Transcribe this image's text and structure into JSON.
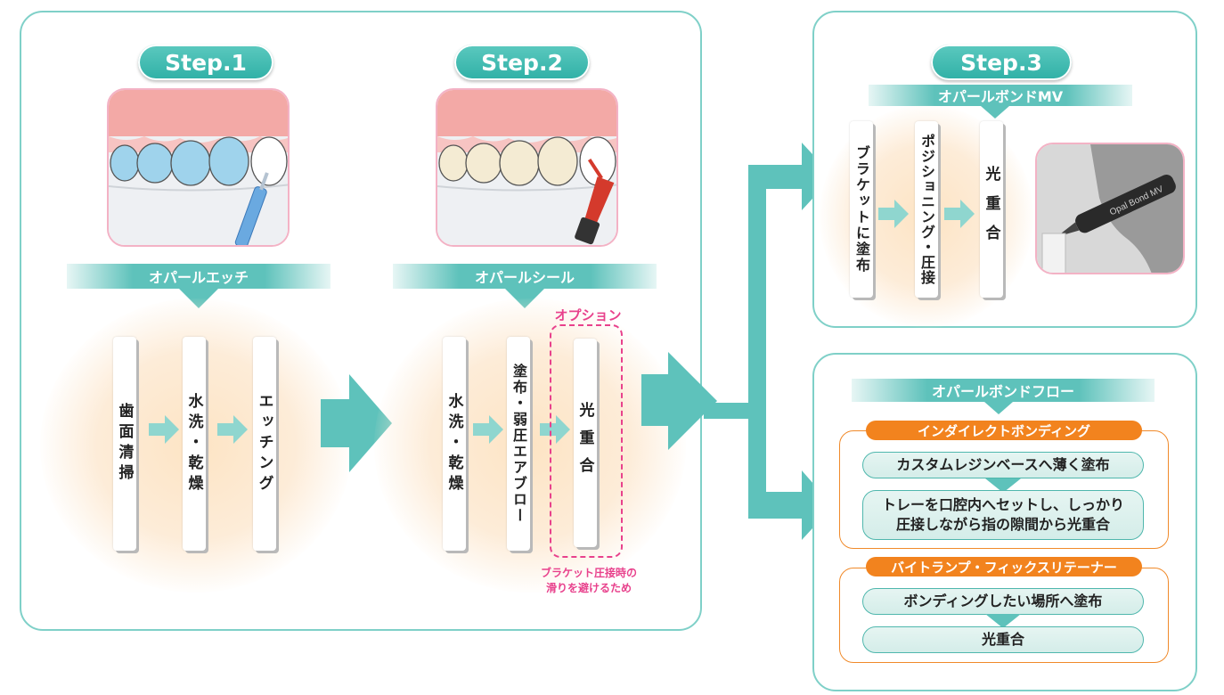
{
  "step1": {
    "label": "Step.1",
    "product": "オパールエッチ",
    "items": [
      "歯面清掃",
      "水洗・乾燥",
      "エッチング"
    ]
  },
  "step2": {
    "label": "Step.2",
    "product": "オパールシール",
    "items": [
      "水洗・乾燥",
      "塗布・弱圧エアブロー",
      "光重合"
    ],
    "option_label": "オプション",
    "option_note": [
      "ブラケット圧接時の",
      "滑りを避けるため"
    ]
  },
  "step3": {
    "label": "Step.3",
    "product": "オパールボンドMV",
    "items": [
      "ブラケットに塗布",
      "ポジショニング・圧接",
      "光重合"
    ],
    "photo_text": "Opal Bond MV"
  },
  "flow": {
    "product": "オパールボンドフロー",
    "indirect": {
      "title": "インダイレクトボンディング",
      "steps": [
        "カスタムレジンベースへ薄く塗布",
        "トレーを口腔内へセットし、しっかり",
        "圧接しながら指の隙間から光重合"
      ]
    },
    "bite": {
      "title": "バイトランプ・フィックスリテーナー",
      "steps": [
        "ボンディングしたい場所へ塗布",
        "光重合"
      ]
    }
  },
  "colors": {
    "teal": "#5ec2bb",
    "border": "#7fd0c8",
    "orange": "#f2831e",
    "pink": "#e8418c"
  }
}
